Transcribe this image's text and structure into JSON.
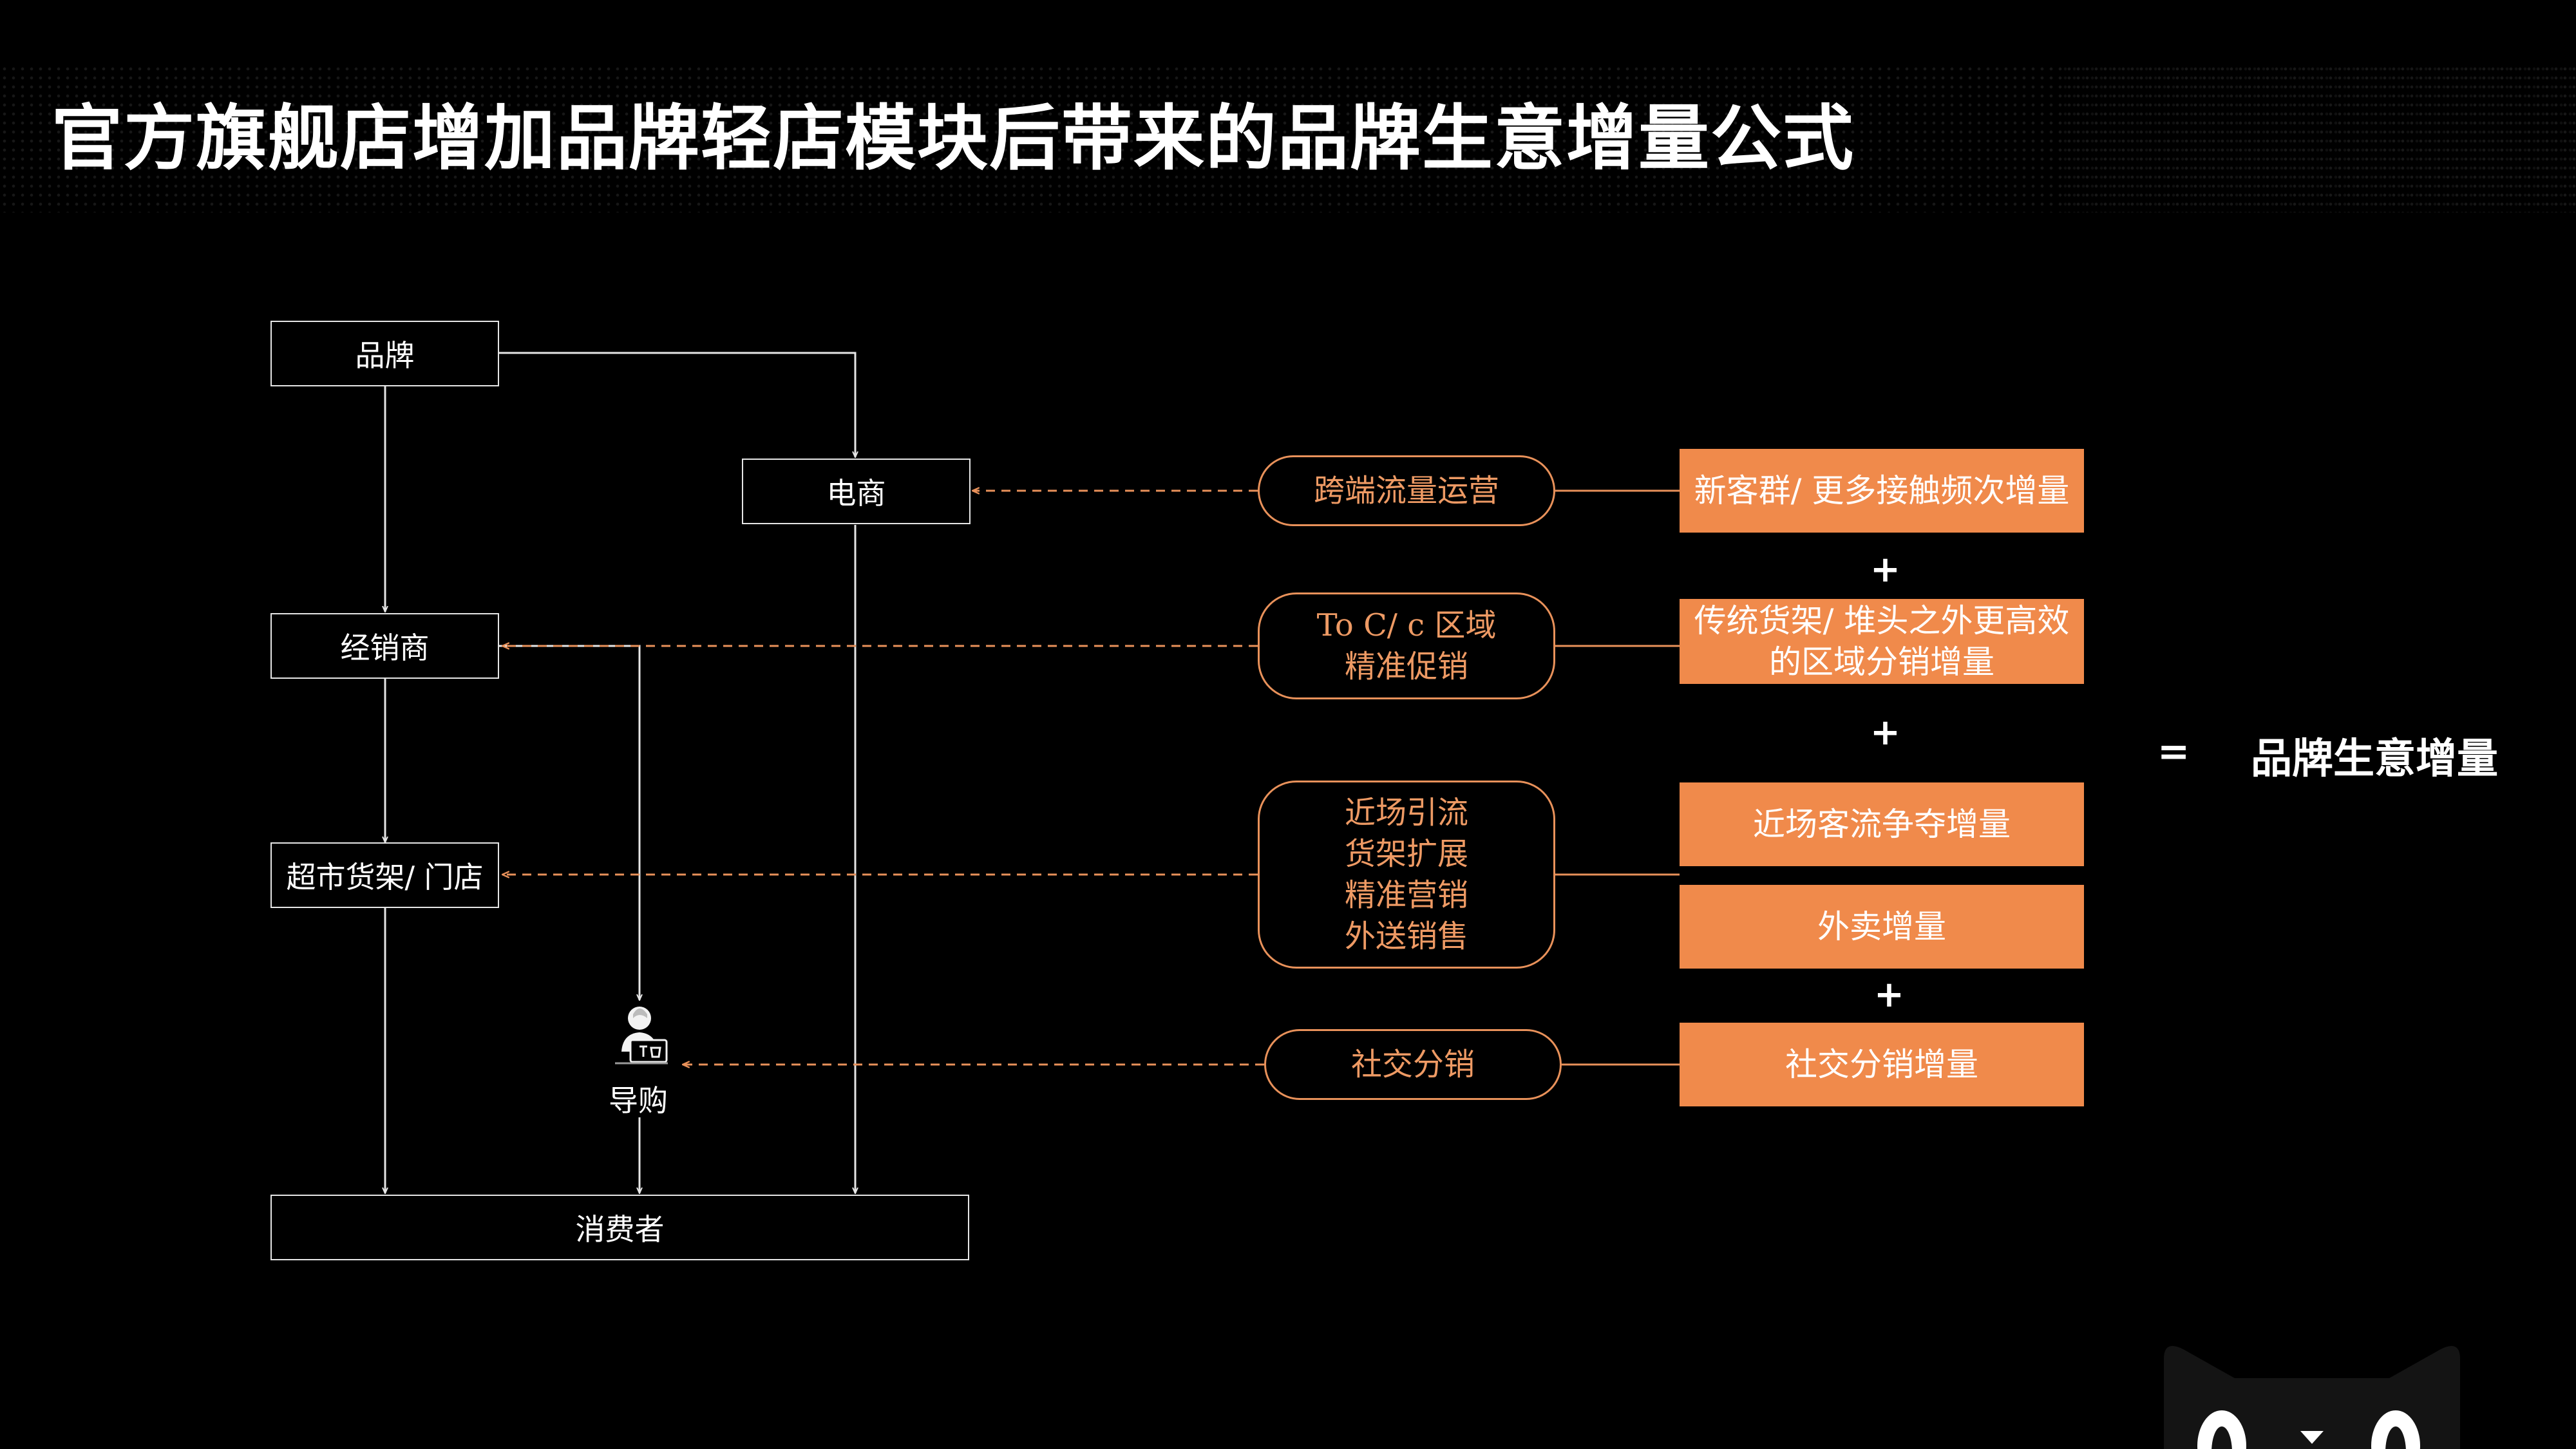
{
  "title": "官方旗舰店增加品牌轻店模块后带来的品牌生意增量公式",
  "nodes": {
    "brand": "品牌",
    "ecommerce": "电商",
    "distributor": "经销商",
    "supermarket": "超市货架/ 门店",
    "guide": "导购",
    "consumer": "消费者"
  },
  "channels": [
    {
      "lines": [
        "跨端流量运营"
      ]
    },
    {
      "lines": [
        "To C/ c 区域",
        "精准促销"
      ]
    },
    {
      "lines": [
        "近场引流",
        "货架扩展",
        "精准营销",
        "外送销售"
      ]
    },
    {
      "lines": [
        "社交分销"
      ]
    }
  ],
  "increments": [
    {
      "lines": [
        "新客群/ 更多接触频次增量"
      ]
    },
    {
      "lines": [
        "传统货架/ 堆头之外更高效",
        "的区域分销增量"
      ]
    },
    {
      "lines": [
        "近场客流争夺增量"
      ]
    },
    {
      "lines": [
        "外卖增量"
      ]
    },
    {
      "lines": [
        "社交分销增量"
      ]
    }
  ],
  "operators": {
    "plus": "+",
    "equals": "="
  },
  "result": "品牌生意增量",
  "colors": {
    "accent": "#f08a4b",
    "accent_text": "#ee9a64",
    "background": "#000000",
    "line": "#e6e6e6"
  },
  "icons": {
    "guide": "shopping-guide-person-icon",
    "brand_mascot": "tmall-cat-icon"
  }
}
